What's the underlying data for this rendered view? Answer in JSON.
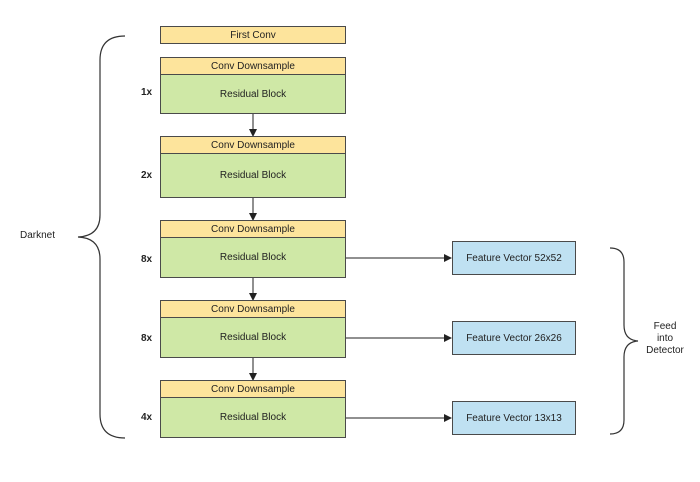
{
  "first_conv": "First Conv",
  "stages": [
    {
      "multiplier": "1x",
      "downsample": "Conv Downsample",
      "residual": "Residual Block"
    },
    {
      "multiplier": "2x",
      "downsample": "Conv Downsample",
      "residual": "Residual Block"
    },
    {
      "multiplier": "8x",
      "downsample": "Conv Downsample",
      "residual": "Residual Block"
    },
    {
      "multiplier": "8x",
      "downsample": "Conv Downsample",
      "residual": "Residual Block"
    },
    {
      "multiplier": "4x",
      "downsample": "Conv Downsample",
      "residual": "Residual Block"
    }
  ],
  "features": [
    {
      "label": "Feature Vector 52x52",
      "from_stage": 2
    },
    {
      "label": "Feature Vector 26x26",
      "from_stage": 3
    },
    {
      "label": "Feature Vector 13x13",
      "from_stage": 4
    }
  ],
  "left_label": "Darknet",
  "right_label": [
    "Feed",
    "into",
    "Detector"
  ],
  "colors": {
    "conv": "#fde49c",
    "residual": "#cfe8a6",
    "feature": "#bfe1f2",
    "stroke": "#4a4a4a"
  }
}
